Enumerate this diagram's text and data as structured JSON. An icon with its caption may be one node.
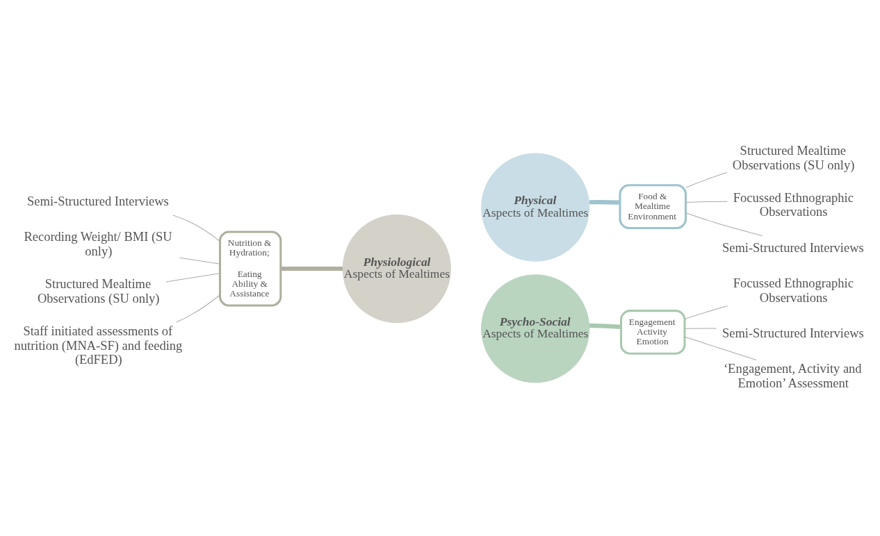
{
  "diagram": {
    "nodes": [
      {
        "text": [
          "Physical",
          "Aspects of Mealtimes"
        ]
      },
      {
        "text": [
          "Physiological",
          "Aspects of Mealtimes"
        ]
      },
      {
        "text": [
          "Psycho-Social",
          "Aspects of Mealtimes"
        ]
      },
      {
        "text": [
          "Nutrition & Hydration;",
          "Eating Ability & Assistance"
        ]
      },
      {
        "text": [
          "Food & Mealtime Environment"
        ]
      },
      {
        "text": [
          "Engagement Activity Emotion"
        ]
      },
      {
        "text": [
          "Semi-Structured Interviews"
        ]
      },
      {
        "text": [
          "Recording Weight/ BMI (SU only)"
        ]
      },
      {
        "text": [
          "Structured Mealtime Observations (SU only)"
        ]
      },
      {
        "text": [
          "Staff initiated assessments of nutrition (MNA-SF) and feeding (EdFED)"
        ]
      },
      {
        "text": [
          "Structured Mealtime Observations (SU only)"
        ]
      },
      {
        "text": [
          "Focussed Ethnographic Observations"
        ]
      },
      {
        "text": [
          "Semi-Structured Interviews"
        ]
      },
      {
        "text": [
          "Focussed Ethnographic Observations"
        ]
      },
      {
        "text": [
          "Semi-Structured Interviews"
        ]
      },
      {
        "text": [
          "‘Engagement, Activity and Emotion’ Assessment"
        ]
      }
    ],
    "edges": [
      {
        "from": 3,
        "to": 1,
        "arrow": "none",
        "style": "thick",
        "color": "#b0ae9e"
      },
      {
        "from": 4,
        "to": 0,
        "arrow": "none",
        "style": "thick",
        "color": "#9ec3cf"
      },
      {
        "from": 5,
        "to": 2,
        "arrow": "none",
        "style": "thick",
        "color": "#a9c9ae"
      },
      {
        "from": 6,
        "to": 3,
        "arrow": "none"
      },
      {
        "from": 7,
        "to": 3,
        "arrow": "none"
      },
      {
        "from": 8,
        "to": 3,
        "arrow": "none"
      },
      {
        "from": 9,
        "to": 3,
        "arrow": "none"
      },
      {
        "from": 10,
        "to": 4,
        "arrow": "none"
      },
      {
        "from": 11,
        "to": 4,
        "arrow": "none"
      },
      {
        "from": 12,
        "to": 4,
        "arrow": "none"
      },
      {
        "from": 13,
        "to": 5,
        "arrow": "none"
      },
      {
        "from": 14,
        "to": 5,
        "arrow": "none"
      },
      {
        "from": 15,
        "to": 5,
        "arrow": "none"
      }
    ]
  }
}
